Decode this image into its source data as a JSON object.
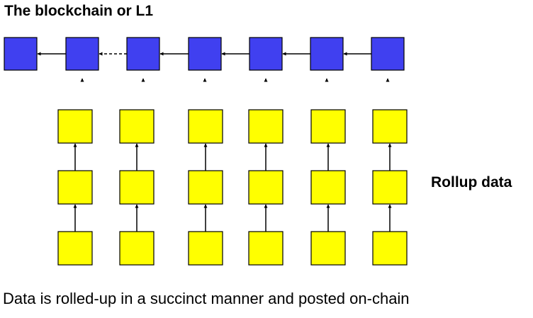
{
  "title": "The blockchain or L1",
  "side_label": "Rollup data",
  "caption": "Data is rolled-up in a succinct manner and posted on-chain",
  "colors": {
    "l1_block": "#4040f0",
    "rollup_block": "#ffff00",
    "stroke": "#000000"
  },
  "l1_chain": {
    "block_count": 7,
    "links": [
      {
        "from": 2,
        "to": 1,
        "style": "solid"
      },
      {
        "from": 3,
        "to": 2,
        "style": "dashed"
      },
      {
        "from": 4,
        "to": 3,
        "style": "solid"
      },
      {
        "from": 5,
        "to": 4,
        "style": "solid"
      },
      {
        "from": 6,
        "to": 5,
        "style": "solid"
      },
      {
        "from": 7,
        "to": 6,
        "style": "solid"
      }
    ]
  },
  "rollup_columns": {
    "column_count": 6,
    "blocks_per_column": 3,
    "posts_to_l1_blocks": [
      2,
      3,
      4,
      5,
      6,
      7
    ]
  }
}
